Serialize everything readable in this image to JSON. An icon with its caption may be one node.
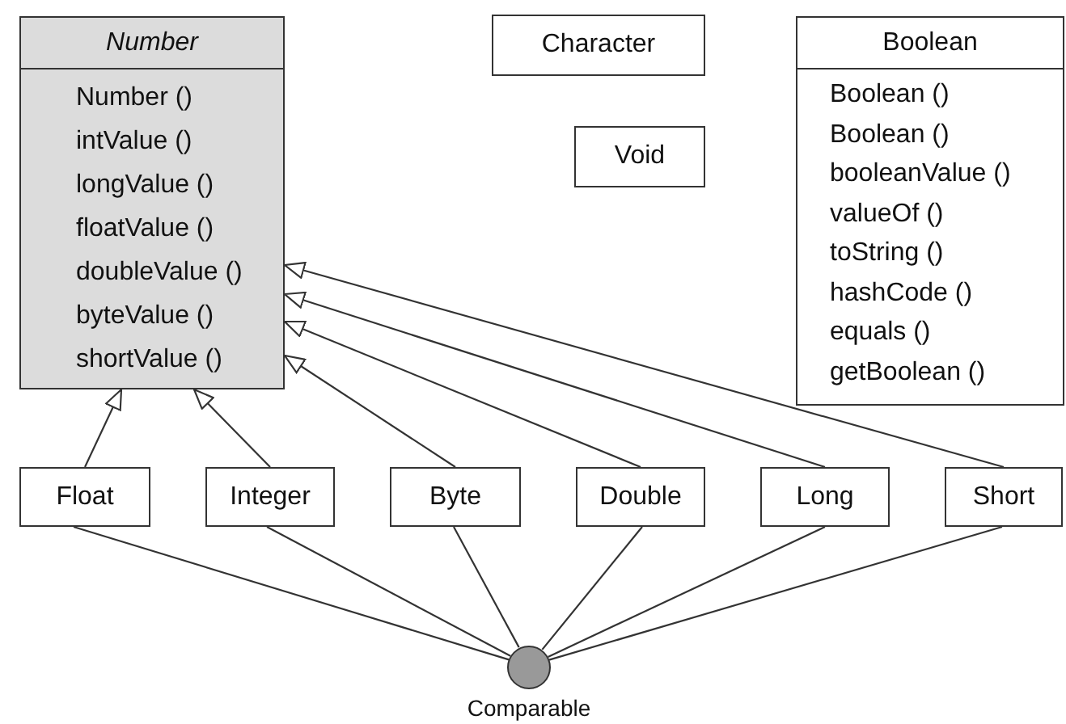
{
  "diagram": {
    "nodes": [
      {
        "text": [
          "Number",
          "Number ()",
          "intValue ()",
          "longValue ()",
          "floatValue ()",
          "doubleValue ()",
          "byteValue ()",
          "shortValue ()"
        ]
      },
      {
        "text": [
          "Character"
        ]
      },
      {
        "text": [
          "Void"
        ]
      },
      {
        "text": [
          "Boolean",
          "Boolean ()",
          "Boolean ()",
          "booleanValue ()",
          "valueOf ()",
          "toString ()",
          "hashCode ()",
          "equals ()",
          "getBoolean ()"
        ]
      },
      {
        "text": [
          "Float"
        ]
      },
      {
        "text": [
          "Integer"
        ]
      },
      {
        "text": [
          "Byte"
        ]
      },
      {
        "text": [
          "Double"
        ]
      },
      {
        "text": [
          "Long"
        ]
      },
      {
        "text": [
          "Short"
        ]
      },
      {
        "text": [
          "Comparable"
        ]
      }
    ],
    "edges": [
      {
        "from": 4,
        "to": 0,
        "arrow": "to"
      },
      {
        "from": 5,
        "to": 0,
        "arrow": "to"
      },
      {
        "from": 6,
        "to": 0,
        "arrow": "to"
      },
      {
        "from": 7,
        "to": 0,
        "arrow": "to"
      },
      {
        "from": 8,
        "to": 0,
        "arrow": "to"
      },
      {
        "from": 9,
        "to": 0,
        "arrow": "to"
      },
      {
        "from": 4,
        "to": 10,
        "arrow": "none"
      },
      {
        "from": 5,
        "to": 10,
        "arrow": "none"
      },
      {
        "from": 6,
        "to": 10,
        "arrow": "none"
      },
      {
        "from": 7,
        "to": 10,
        "arrow": "none"
      },
      {
        "from": 8,
        "to": 10,
        "arrow": "none"
      },
      {
        "from": 9,
        "to": 10,
        "arrow": "none"
      }
    ]
  }
}
